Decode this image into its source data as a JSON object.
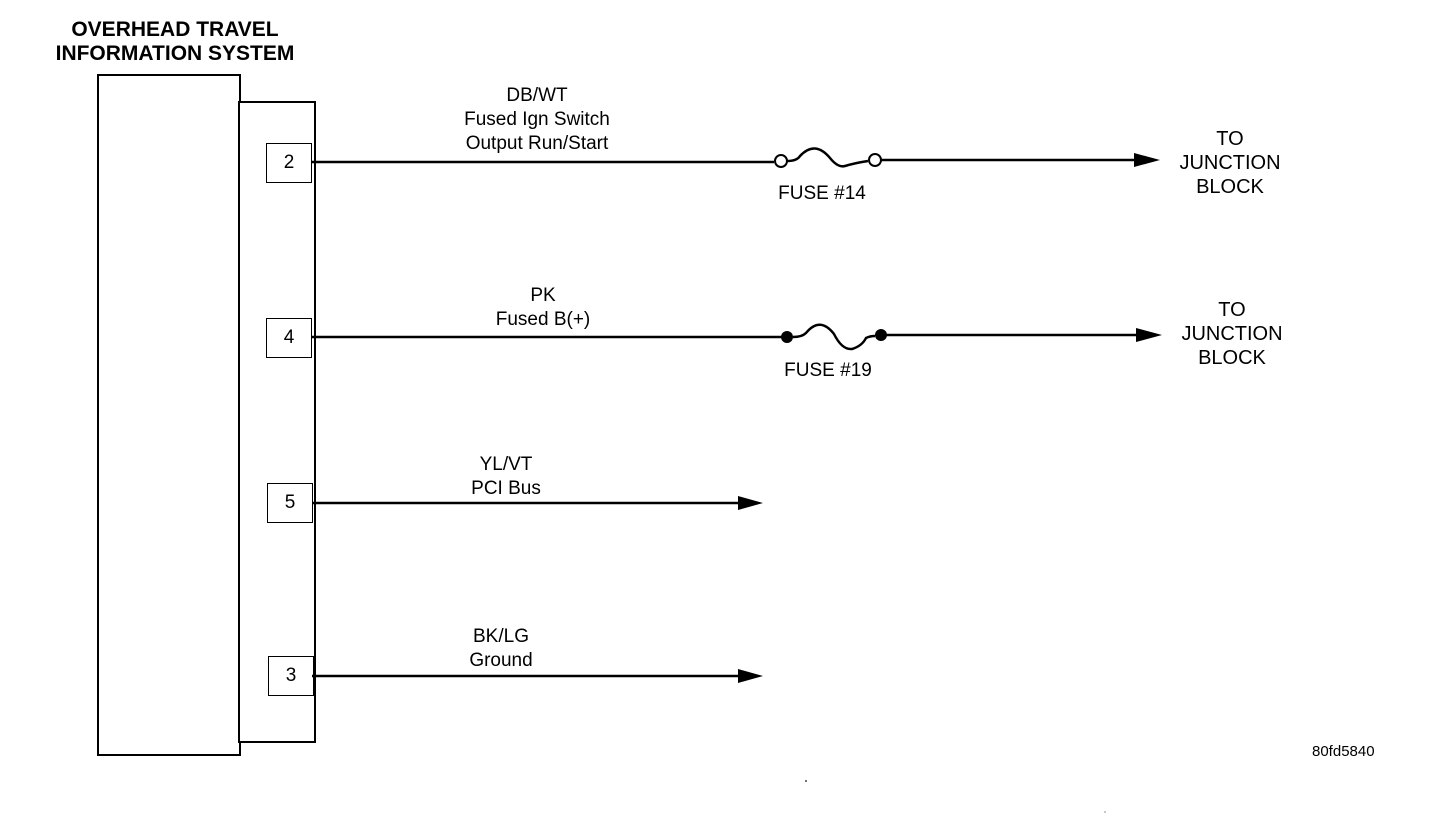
{
  "module": {
    "title_line1": "OVERHEAD TRAVEL",
    "title_line2": "INFORMATION SYSTEM"
  },
  "circuits": [
    {
      "pin": "2",
      "color": "DB/WT",
      "desc1": "Fused Ign Switch",
      "desc2": "Output Run/Start",
      "fuse": "FUSE #14",
      "fuse_style": "open-terminals",
      "dest1": "TO",
      "dest2": "JUNCTION",
      "dest3": "BLOCK"
    },
    {
      "pin": "4",
      "color": "PK",
      "desc1": "Fused B(+)",
      "desc2": "",
      "fuse": "FUSE #19",
      "fuse_style": "filled-terminals",
      "dest1": "TO",
      "dest2": "JUNCTION",
      "dest3": "BLOCK"
    },
    {
      "pin": "5",
      "color": "YL/VT",
      "desc1": "PCI Bus"
    },
    {
      "pin": "3",
      "color": "BK/LG",
      "desc1": "Ground"
    }
  ],
  "figure_code": "80fd5840"
}
